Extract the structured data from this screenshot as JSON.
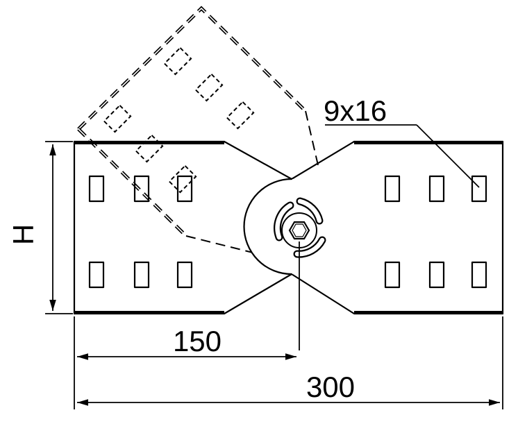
{
  "labels": {
    "slot_size": "9x16",
    "height": "H",
    "half_width": "150",
    "full_width": "300"
  }
}
